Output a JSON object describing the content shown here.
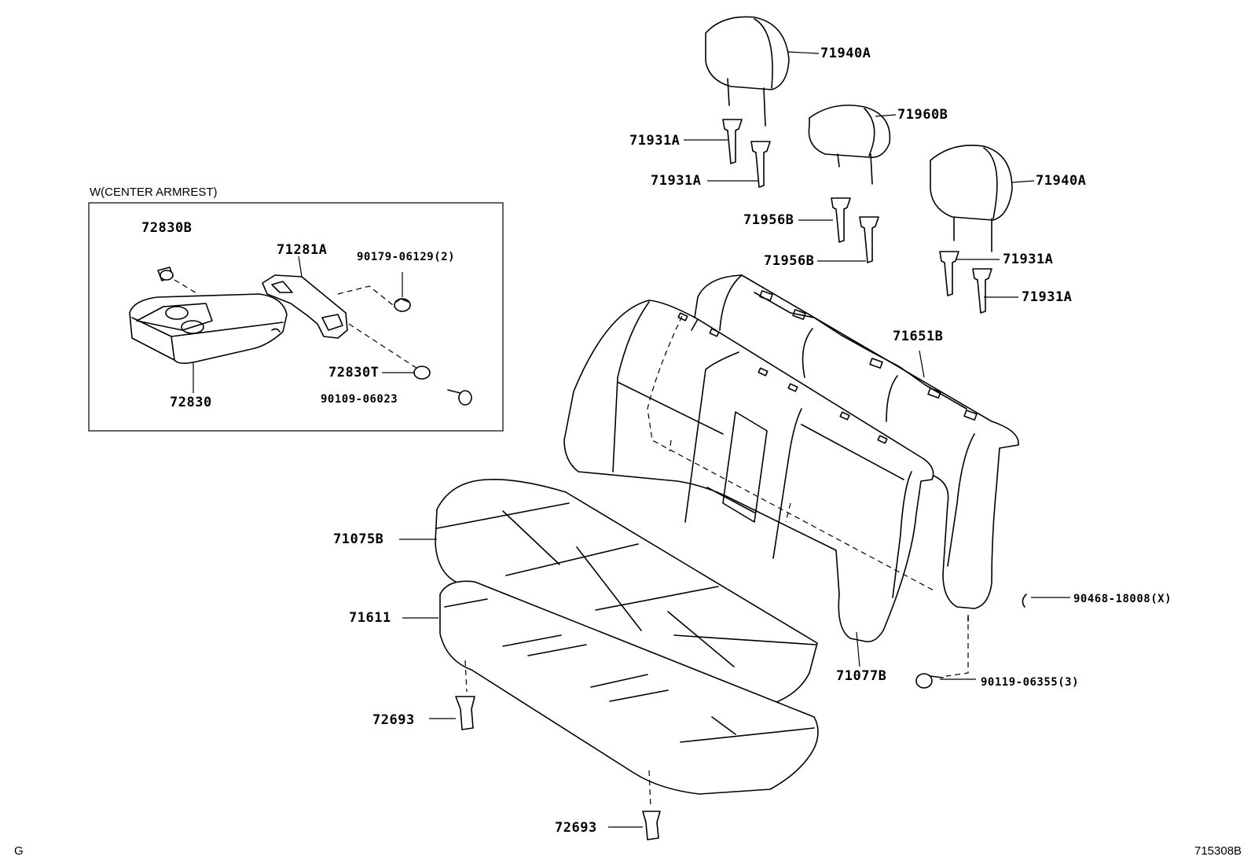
{
  "inset_title": "W(CENTER ARMREST)",
  "footer": {
    "left_code": "G",
    "right_code": "715308B"
  },
  "labels": {
    "l71940A_top": "71940A",
    "l71960B": "71960B",
    "l71931A_1": "71931A",
    "l71931A_2": "71931A",
    "l71940A_right": "71940A",
    "l71956B_1": "71956B",
    "l71956B_2": "71956B",
    "l71931A_3": "71931A",
    "l71931A_4": "71931A",
    "l71651B": "71651B",
    "l71075B": "71075B",
    "l71611": "71611",
    "l71077B": "71077B",
    "l90468": "90468-18008(X)",
    "l90119": "90119-06355(3)",
    "l72693_1": "72693",
    "l72693_2": "72693",
    "l72830B": "72830B",
    "l71281A": "71281A",
    "l90179": "90179-06129(2)",
    "l72830T": "72830T",
    "l90109": "90109-06023",
    "l72830": "72830"
  }
}
